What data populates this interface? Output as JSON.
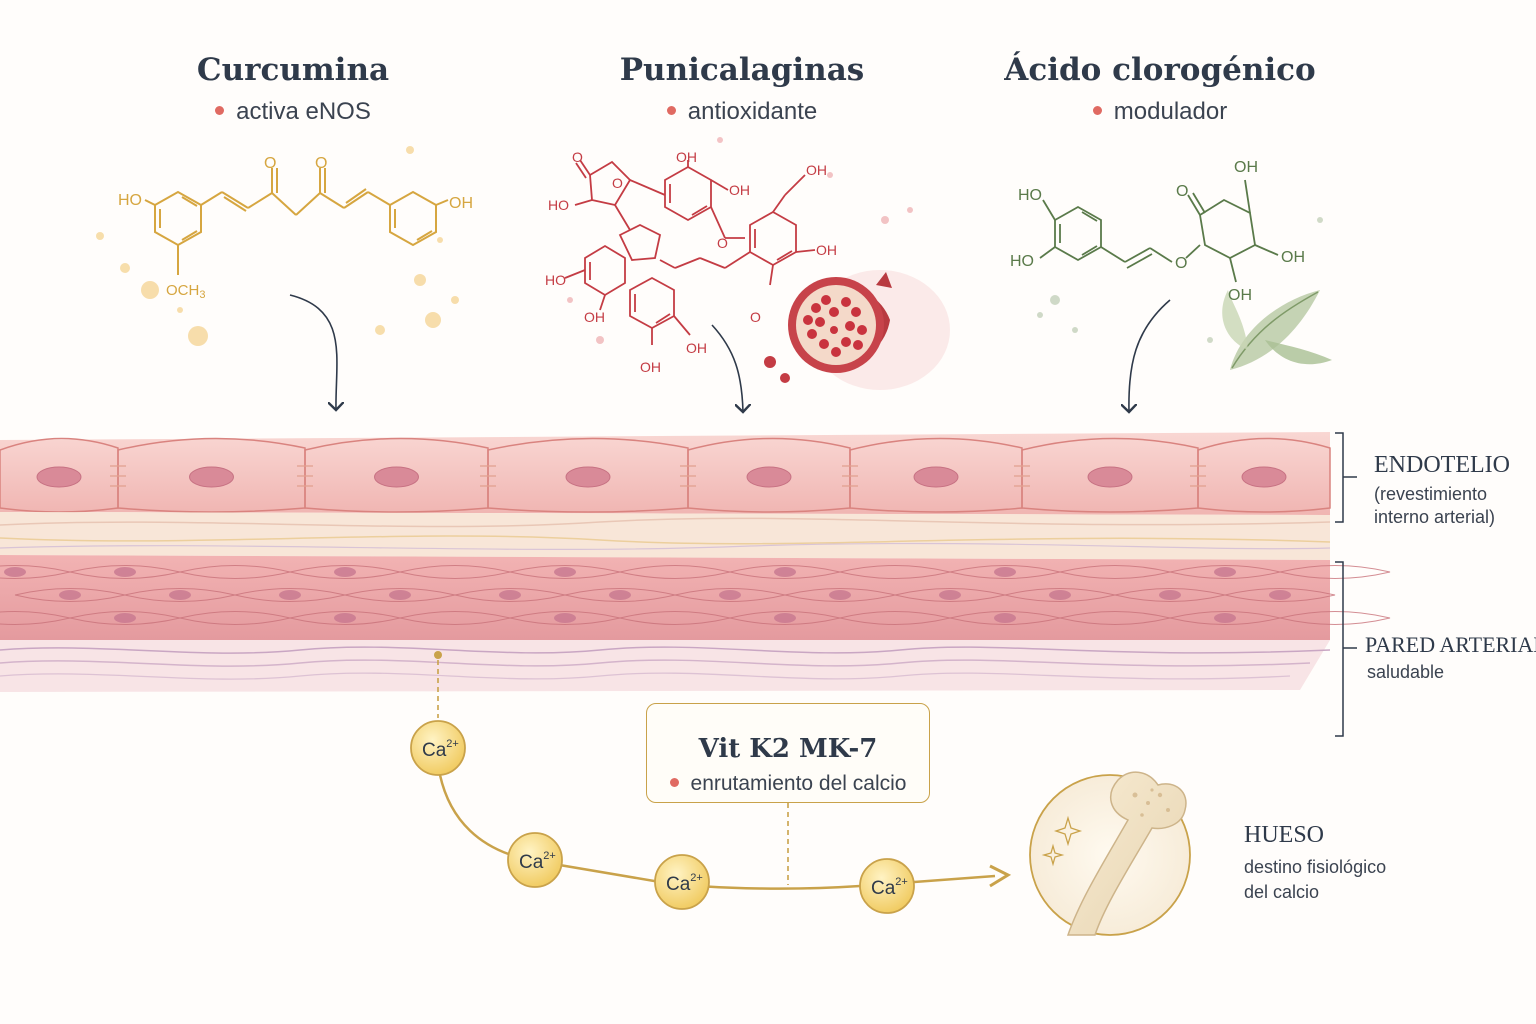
{
  "compounds": [
    {
      "name": "Curcumina",
      "role": "activa eNOS",
      "color": "#d6a640"
    },
    {
      "name": "Punicalaginas",
      "role": "antioxidante",
      "color": "#c43c44"
    },
    {
      "name": "Ácido clorogénico",
      "role": "modulador",
      "color": "#5a7a4a"
    }
  ],
  "atom_labels": {
    "hydroxyl": "OH",
    "hydroxyl_left": "HO",
    "methoxy": "OCH",
    "methoxy_sub": "3",
    "oxygen": "O"
  },
  "layers": {
    "endotelio": {
      "title": "ENDOTELIO",
      "sub1": "(revestimiento",
      "sub2": "interno arterial)"
    },
    "pared": {
      "title": "PARED ARTERIAL",
      "sub": "saludable"
    }
  },
  "calcium": {
    "label": "Ca",
    "charge": "2+"
  },
  "k2": {
    "title": "Vit K2 MK-7",
    "role": "enrutamiento del calcio"
  },
  "bone": {
    "title": "HUESO",
    "sub1": "destino fisiológico",
    "sub2": "del calcio"
  },
  "colors": {
    "endothelium": "#f5c6c3",
    "smooth_muscle": "#eba3a6",
    "gold": "#c9a24a",
    "calcium_fill": "#f6d77a",
    "arrow": "#2f3a4a"
  }
}
